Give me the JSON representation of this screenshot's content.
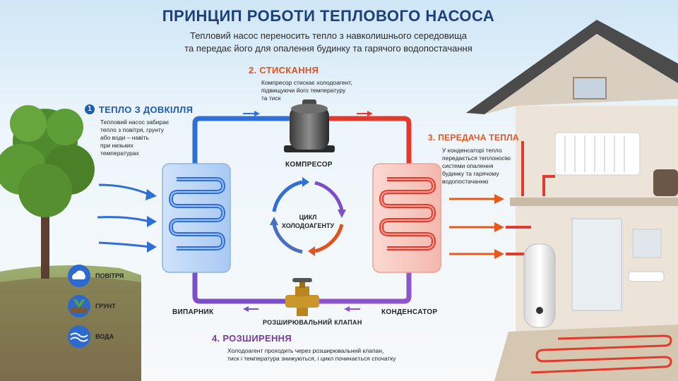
{
  "header": {
    "title": "ПРИНЦИП РОБОТИ ТЕПЛОВОГО НАСОСА",
    "subtitle_line1": "Тепловий насос переносить тепло з навколишнього середовища",
    "subtitle_line2": "та передає його для опалення будинку та гарячого водопостачання"
  },
  "steps": {
    "step1": {
      "number": "1",
      "title": "ТЕПЛО З ДОВКІЛЛЯ",
      "desc_lines": [
        "Тепловий насос забирає",
        "тепло з повітря, грунту",
        "або води – навіть",
        "при низьких",
        "температурах"
      ]
    },
    "step2": {
      "title": "2. СТИСКАННЯ",
      "desc_lines": [
        "Компресор стискає холодоагент,",
        "підвищуючи його температуру",
        "та тиск"
      ]
    },
    "step3": {
      "title": "3. ПЕРЕДАЧА ТЕПЛА",
      "desc_lines": [
        "У конденсаторі тепло",
        "передається теплоносію",
        "системи опалення",
        "будинку та гарячому",
        "водопостачанню"
      ]
    },
    "step4": {
      "title": "4. РОЗШИРЕННЯ",
      "desc_line1": "Холодоагент проходить через розширювальний клапан,",
      "desc_line2": "тиск і температура знижуються, і цикл починається спочатку"
    }
  },
  "components": {
    "compressor": "КОМПРЕСОР",
    "evaporator": "ВИПАРНИК",
    "condenser": "КОНДЕНСАТОР",
    "valve": "РОЗШИРЮВАЛЬНИЙ КЛАПАН"
  },
  "cycle": {
    "line1": "ЦИКЛ",
    "line2": "ХОЛОДОАГЕНТУ"
  },
  "sources": {
    "air": "ПОВІТРЯ",
    "ground": "ГРУНТ",
    "water": "ВОДА"
  },
  "colors": {
    "title": "#1d3f7a",
    "step1": "#1f5bb5",
    "step2": "#e2531c",
    "step3": "#e2531c",
    "step4": "#7a3aa6",
    "cold_pipe": "#2f6fd6",
    "hot_pipe": "#e23b2e",
    "low_pipe": "#7b4fc9"
  }
}
